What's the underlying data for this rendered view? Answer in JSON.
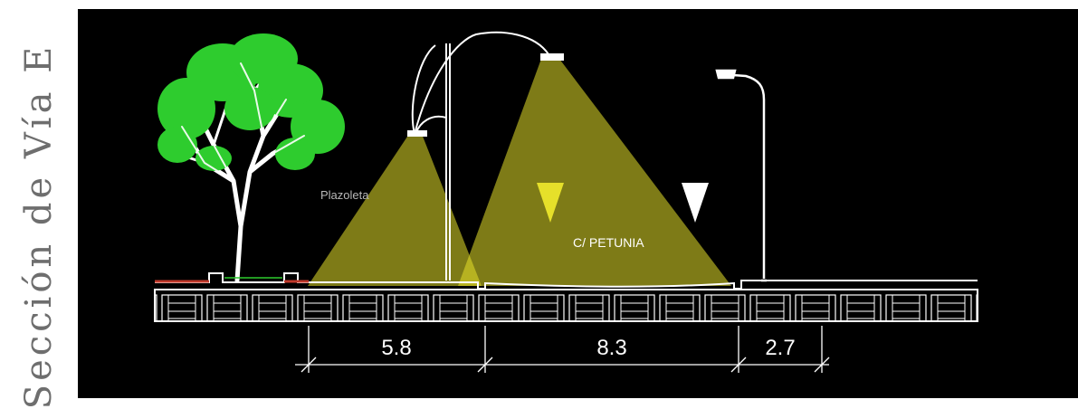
{
  "title": "Sección de Vía E",
  "labels": {
    "plazoleta": "Plazoleta",
    "street": "C/ PETUNIA"
  },
  "dimensions": [
    "5.8",
    "8.3",
    "2.7"
  ],
  "colors": {
    "background": "#000000",
    "light_cone": "#e6e02a",
    "tree": "#2ecc2e",
    "lines": "#ffffff",
    "paving": "#c0392b",
    "title": "#6e6e6e"
  },
  "icons": [
    "tree-icon",
    "streetlight-icon",
    "water-level-triangle-icon"
  ]
}
